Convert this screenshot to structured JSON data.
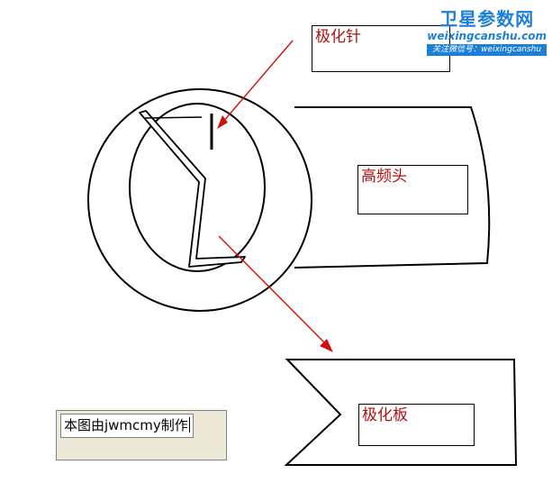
{
  "labels": {
    "polarizer_needle": "极化针",
    "lnb_head": "高频头",
    "polarizer_plate": "极化板"
  },
  "credit": {
    "text": "本图由jwmcmy制作"
  },
  "watermark": {
    "title": "卫星参数网",
    "url": "weixingcanshu.com",
    "sub": "关注微信号：weixingcanshu"
  },
  "colors": {
    "arrow": "#d01010",
    "label_text": "#b01010",
    "outline": "#000000",
    "watermark": "#1e7fd9"
  }
}
